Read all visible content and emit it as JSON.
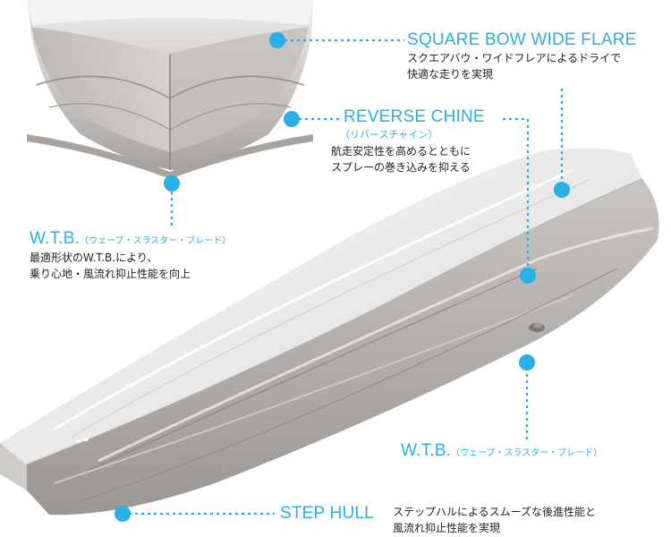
{
  "colors": {
    "accent": "#29aee6",
    "text": "#222222",
    "hull": "#bdb8b3"
  },
  "callouts": {
    "square_bow": {
      "title": "SQUARE BOW WIDE FLARE",
      "desc_1": "スクエアバウ・ワイドフレアによるドライで",
      "desc_2": "快適な走りを実現"
    },
    "reverse_chine": {
      "title": "REVERSE CHINE",
      "sub": "（リバースチャイン）",
      "desc_1": "航走安定性を高めるとともに",
      "desc_2": "スプレーの巻き込みを抑える"
    },
    "wtb_left": {
      "title": "W.T.B.",
      "sub": "（ウェーブ・スラスター・ブレード）",
      "desc_1": "最適形状のW.T.B.により、",
      "desc_2": "乗り心地・風流れ抑止性能を向上"
    },
    "wtb_right": {
      "title": "W.T.B.",
      "sub": "（ウェーブ・スラスター・ブレード）"
    },
    "step_hull": {
      "title": "STEP HULL",
      "desc_1": "ステップハルによるスムーズな後進性能と",
      "desc_2": "風流れ抑止性能を実現"
    }
  }
}
